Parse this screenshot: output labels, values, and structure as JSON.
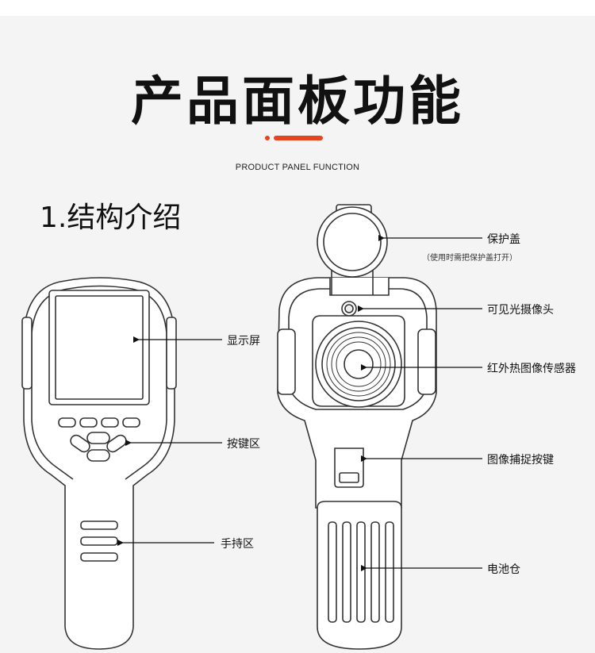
{
  "title": "产品面板功能",
  "subtitle": "PRODUCT PANEL FUNCTION",
  "section": "1.结构介绍",
  "colors": {
    "accent": "#e8431f",
    "outline": "#333333",
    "background": "#f4f4f4"
  },
  "front_labels": {
    "screen": "显示屏",
    "keypad": "按键区",
    "grip": "手持区"
  },
  "back_labels": {
    "cover": "保护盖",
    "cover_note": "（使用时需把保护盖打开）",
    "camera": "可见光摄像头",
    "sensor": "红外热图像传感器",
    "capture": "图像捕捉按键",
    "battery": "电池仓"
  }
}
